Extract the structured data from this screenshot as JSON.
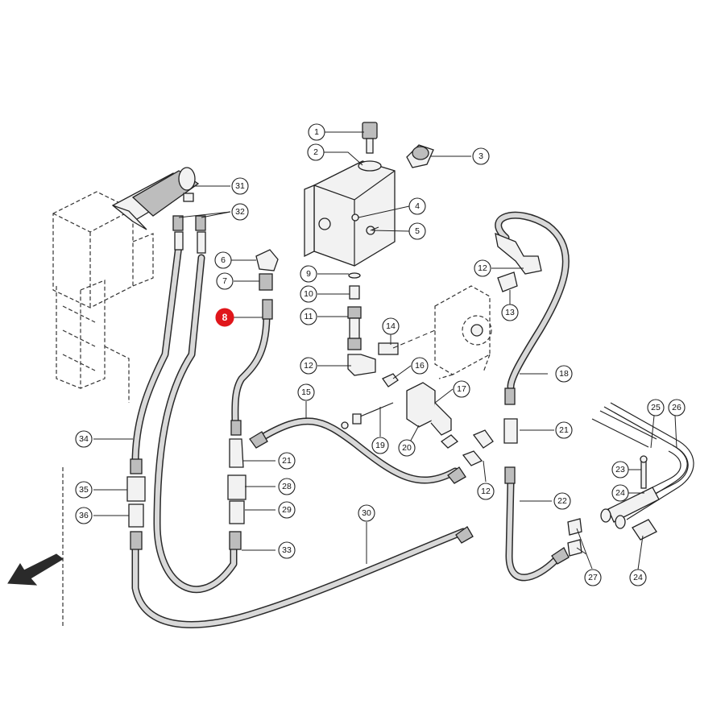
{
  "highlight_color": "#e0161b",
  "highlight_label": "8",
  "callouts": [
    {
      "label": "1"
    },
    {
      "label": "2"
    },
    {
      "label": "3"
    },
    {
      "label": "4"
    },
    {
      "label": "5"
    },
    {
      "label": "6"
    },
    {
      "label": "7"
    },
    {
      "label": "8"
    },
    {
      "label": "9"
    },
    {
      "label": "10"
    },
    {
      "label": "11"
    },
    {
      "label": "12"
    },
    {
      "label": "12"
    },
    {
      "label": "12"
    },
    {
      "label": "13"
    },
    {
      "label": "14"
    },
    {
      "label": "15"
    },
    {
      "label": "16"
    },
    {
      "label": "17"
    },
    {
      "label": "18"
    },
    {
      "label": "19"
    },
    {
      "label": "20"
    },
    {
      "label": "21"
    },
    {
      "label": "21"
    },
    {
      "label": "22"
    },
    {
      "label": "23"
    },
    {
      "label": "24"
    },
    {
      "label": "24"
    },
    {
      "label": "25"
    },
    {
      "label": "26"
    },
    {
      "label": "27"
    },
    {
      "label": "28"
    },
    {
      "label": "29"
    },
    {
      "label": "30"
    },
    {
      "label": "31"
    },
    {
      "label": "32"
    },
    {
      "label": "33"
    },
    {
      "label": "34"
    },
    {
      "label": "35"
    },
    {
      "label": "36"
    }
  ],
  "direction_icon": "arrow-down-left-icon"
}
